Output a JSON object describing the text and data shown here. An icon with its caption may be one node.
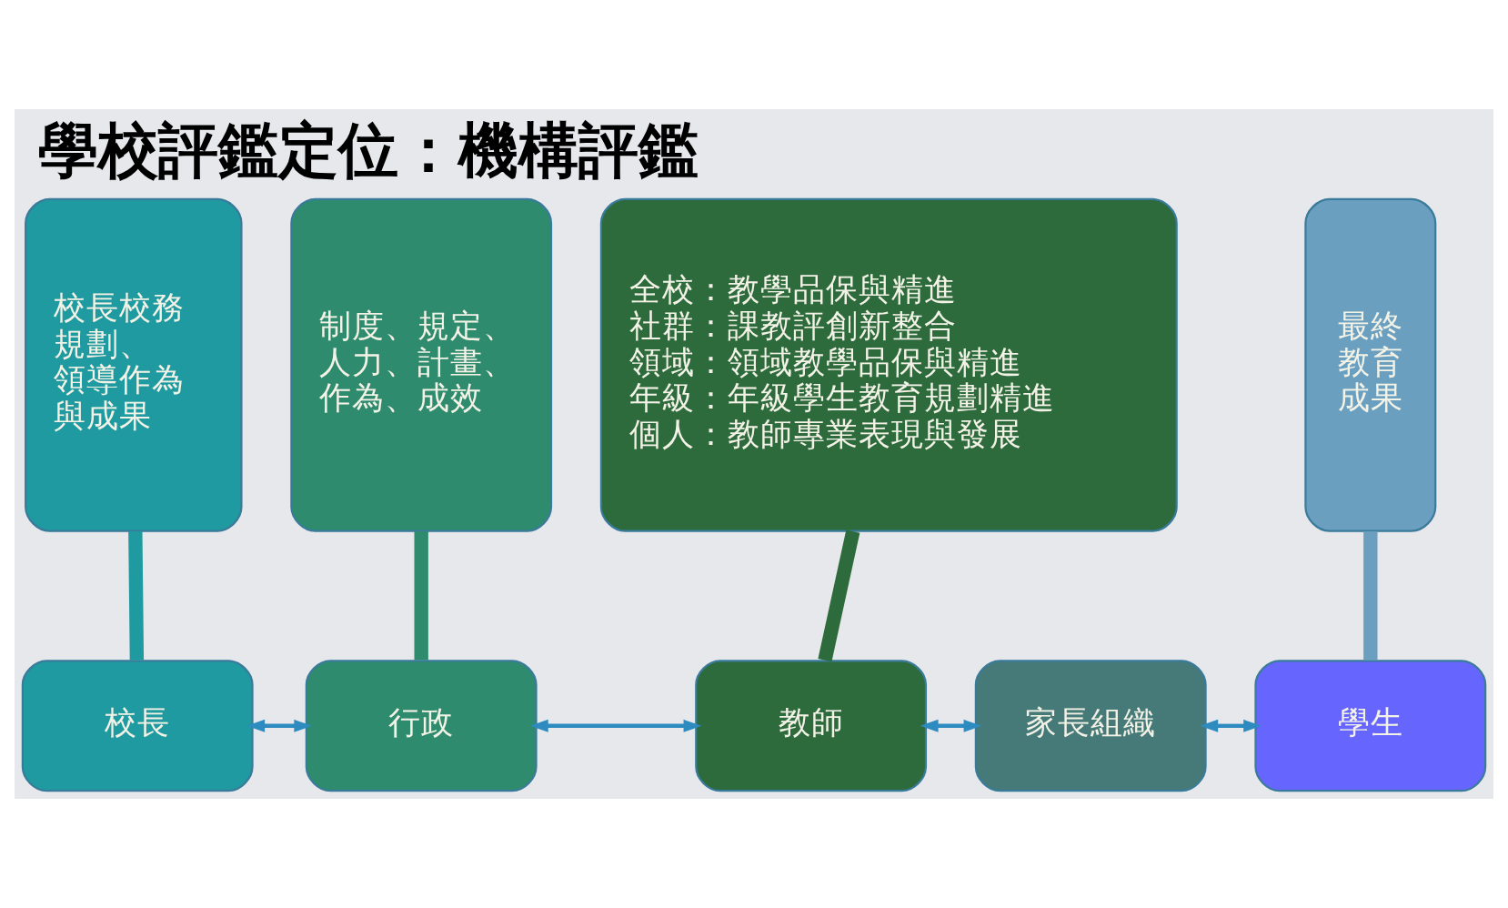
{
  "diagram": {
    "title": "學校評鑑定位：機構評鑑",
    "nodes": [
      {
        "text": [
          "校長校務規劃、領導作為與成果"
        ]
      },
      {
        "text": [
          "制度、規定、人力、計畫、作為、成效"
        ]
      },
      {
        "text": [
          "全校：教學品保與精進",
          "社群：課教評創新整合",
          "領域：領域教學品保與精進",
          "年級：年級學生教育規劃精進",
          "個人：教師專業表現與發展"
        ]
      },
      {
        "text": [
          "最終教育成果"
        ]
      },
      {
        "text": [
          "校長"
        ]
      },
      {
        "text": [
          "行政"
        ]
      },
      {
        "text": [
          "教師"
        ]
      },
      {
        "text": [
          "家長組織"
        ]
      },
      {
        "text": [
          "學生"
        ]
      }
    ],
    "edges": [
      {
        "from": 0,
        "to": 4,
        "arrow": "none",
        "style": "thick",
        "color": "#1e9aa0"
      },
      {
        "from": 1,
        "to": 5,
        "arrow": "none",
        "style": "thick",
        "color": "#2e8b6e"
      },
      {
        "from": 2,
        "to": 6,
        "arrow": "none",
        "style": "thick",
        "color": "#2d6a3c"
      },
      {
        "from": 3,
        "to": 8,
        "arrow": "none",
        "style": "thick",
        "color": "#6a9fc0"
      },
      {
        "from": 4,
        "to": 5,
        "arrow": "both"
      },
      {
        "from": 5,
        "to": 6,
        "arrow": "both"
      },
      {
        "from": 6,
        "to": 7,
        "arrow": "both"
      },
      {
        "from": 7,
        "to": 8,
        "arrow": "both"
      }
    ]
  }
}
